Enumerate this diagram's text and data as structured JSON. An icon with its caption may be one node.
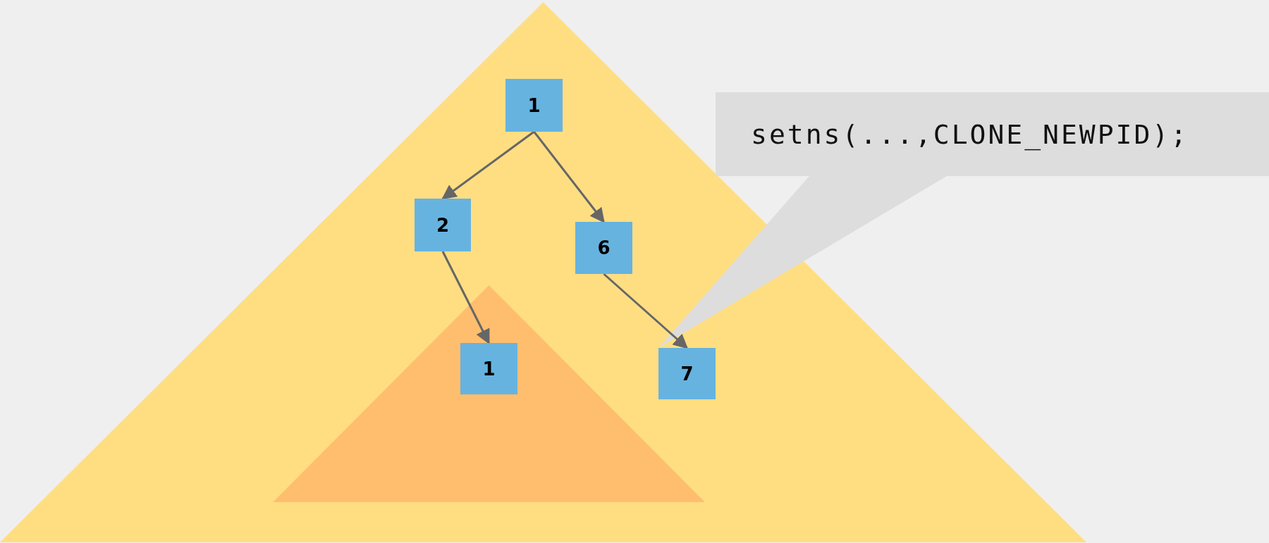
{
  "diagram": {
    "nodes": [
      {
        "text": [],
        "shape": "triangle"
      },
      {
        "text": [
          "1"
        ],
        "in": 0
      },
      {
        "text": [
          "2"
        ],
        "in": 0
      },
      {
        "text": [
          "6"
        ],
        "in": 0
      },
      {
        "text": [],
        "shape": "triangle",
        "in": 0
      },
      {
        "text": [
          "1"
        ],
        "in": 4
      },
      {
        "text": [
          "7"
        ],
        "in": 0
      },
      {
        "text": [
          "setns(...,CLONE_NEWPID);"
        ]
      }
    ],
    "edges": [
      {
        "from": 1,
        "to": 2,
        "arrow": "to"
      },
      {
        "from": 1,
        "to": 3,
        "arrow": "to"
      },
      {
        "from": 2,
        "to": 5,
        "arrow": "to"
      },
      {
        "from": 3,
        "to": 6,
        "arrow": "to"
      },
      {
        "from": 7,
        "to": 6,
        "arrow": "none",
        "color": "#dddddd"
      }
    ]
  }
}
